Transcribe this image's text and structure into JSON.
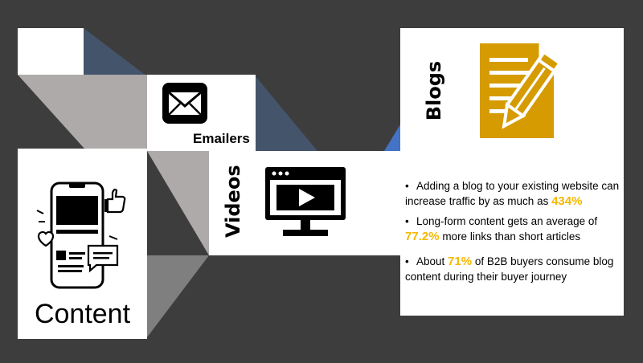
{
  "colors": {
    "background": "#3d3d3d",
    "navy": "#44546a",
    "gray": "#aeaaaa",
    "accent_blue": "#4472c4",
    "gold": "#d59b00",
    "highlight": "#f5b800"
  },
  "panels": {
    "emailers": {
      "label": "Emailers",
      "icon": "envelope-icon"
    },
    "videos": {
      "label": "Videos",
      "icon": "video-player-icon"
    },
    "content": {
      "label": "Content",
      "icon": "smartphone-social-icon"
    },
    "blogs": {
      "label": "Blogs",
      "icon": "document-pencil-icon"
    }
  },
  "bullets": [
    {
      "text": "Adding a blog to your existing website can increase traffic by as much as",
      "highlight": "434%",
      "after": ""
    },
    {
      "text": "Long-form content gets an average of",
      "highlight": "77.2%",
      "after": "more links than short articles"
    },
    {
      "text": "About",
      "highlight": "71%",
      "after": "of B2B buyers consume blog content during their buyer journey"
    }
  ]
}
